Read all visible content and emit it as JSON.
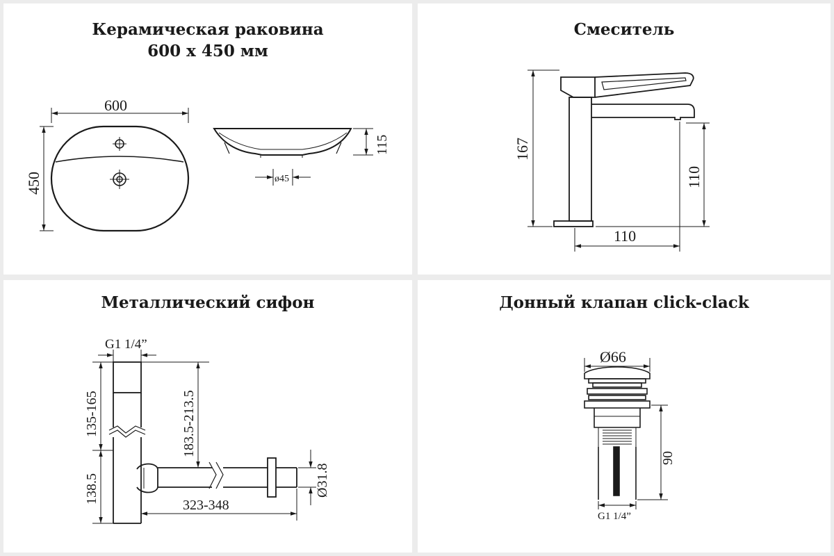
{
  "panels": {
    "sink": {
      "title_line1": "Керамическая раковина",
      "title_line2": "600 х 450 мм",
      "dim_width": "600",
      "dim_depth": "450",
      "dim_height": "115",
      "dim_drain": "ø45"
    },
    "faucet": {
      "title": "Смеситель",
      "dim_height": "167",
      "dim_spout_height": "110",
      "dim_spout_reach": "110"
    },
    "siphon": {
      "title": "Металлический сифон",
      "dim_thread": "G1 1/4”",
      "dim_upper": "135-165",
      "dim_lower": "138.5",
      "dim_drop": "183.5-213.5",
      "dim_length": "323-348",
      "dim_pipe": "Ø31.8"
    },
    "valve": {
      "title": "Донный клапан click-clack",
      "dim_cap": "Ø66",
      "dim_height": "90",
      "dim_thread": "G1 1/4”"
    }
  }
}
